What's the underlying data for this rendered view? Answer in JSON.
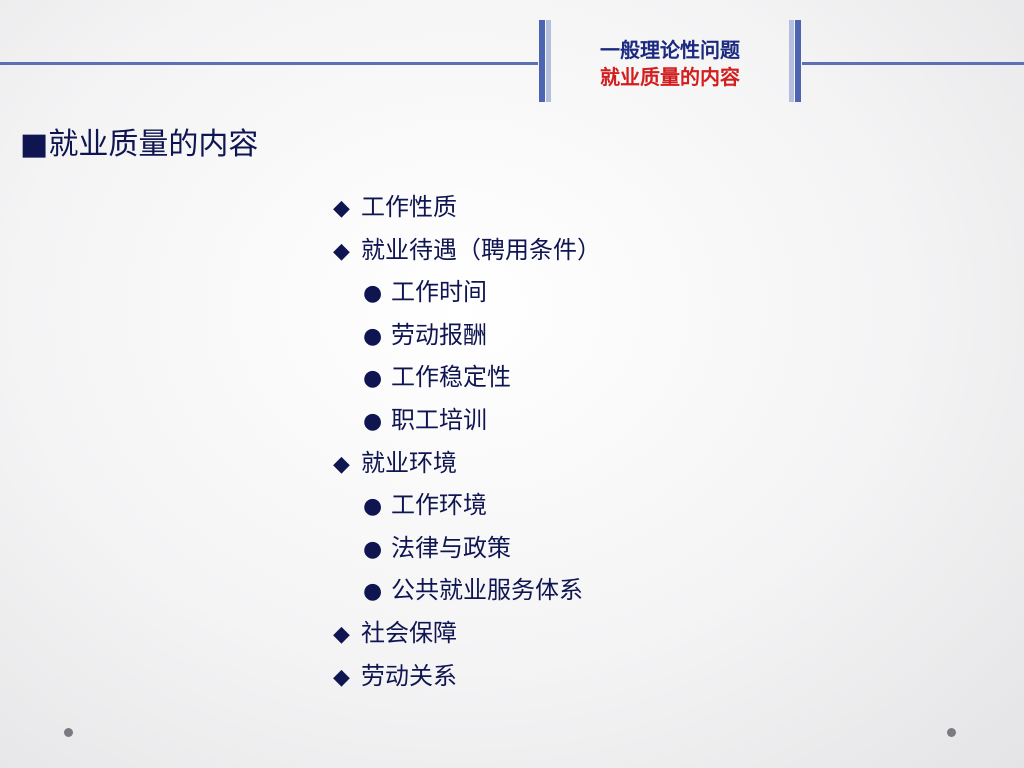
{
  "header": {
    "line1": "一般理论性问题",
    "line2": "就业质量的内容"
  },
  "section": {
    "marker": "■",
    "title": "就业质量的内容"
  },
  "items": [
    {
      "bullet": "◆",
      "text": "工作性质",
      "level": 1
    },
    {
      "bullet": "◆",
      "text": "就业待遇（聘用条件）",
      "level": 1
    },
    {
      "bullet": "●",
      "text": "工作时间",
      "level": 2
    },
    {
      "bullet": "●",
      "text": "劳动报酬",
      "level": 2
    },
    {
      "bullet": "●",
      "text": "工作稳定性",
      "level": 2
    },
    {
      "bullet": "●",
      "text": "职工培训",
      "level": 2
    },
    {
      "bullet": "◆",
      "text": "就业环境",
      "level": 1
    },
    {
      "bullet": "●",
      "text": "工作环境",
      "level": 2
    },
    {
      "bullet": "●",
      "text": "法律与政策",
      "level": 2
    },
    {
      "bullet": "●",
      "text": "公共就业服务体系",
      "level": 2
    },
    {
      "bullet": "◆",
      "text": "社会保障",
      "level": 1
    },
    {
      "bullet": "◆",
      "text": "劳动关系",
      "level": 1
    }
  ],
  "colors": {
    "accent_blue": "#4d64b0",
    "text_navy": "#0f1550",
    "header_red": "#d21e1e"
  }
}
